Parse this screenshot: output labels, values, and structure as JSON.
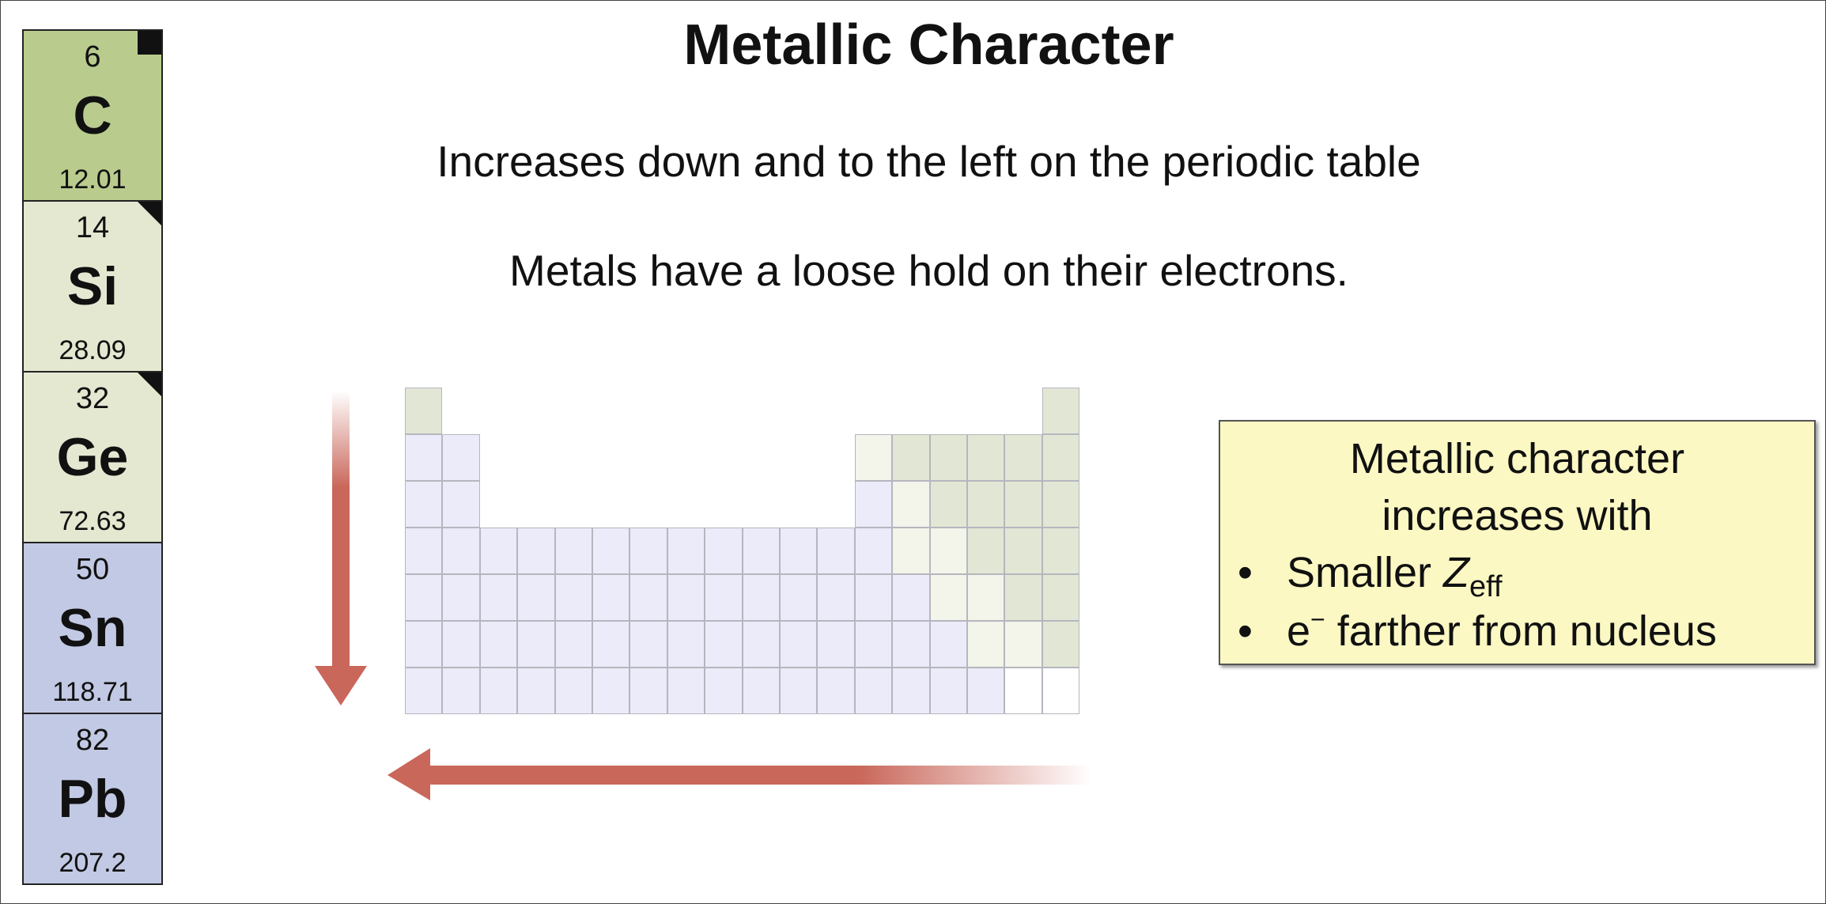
{
  "title": "Metallic Character",
  "line1": "Increases down and to the left on the periodic table",
  "line2": "Metals have a loose hold on their electrons.",
  "elements": [
    {
      "number": "6",
      "symbol": "C",
      "mass": "12.01",
      "category": "nonmetal",
      "marker": "square"
    },
    {
      "number": "14",
      "symbol": "Si",
      "mass": "28.09",
      "category": "metalloid",
      "marker": "triangle"
    },
    {
      "number": "32",
      "symbol": "Ge",
      "mass": "72.63",
      "category": "metalloid",
      "marker": "triangle"
    },
    {
      "number": "50",
      "symbol": "Sn",
      "mass": "118.71",
      "category": "metal",
      "marker": "none"
    },
    {
      "number": "82",
      "symbol": "Pb",
      "mass": "207.2",
      "category": "metal",
      "marker": "none"
    }
  ],
  "infobox": {
    "heading_line1": "Metallic character",
    "heading_line2": "increases with",
    "bullet": "•",
    "bullet1_text": "Smaller ",
    "bullet1_var": "Z",
    "bullet1_sub": "eff",
    "bullet2_var": "e",
    "bullet2_sup": "−",
    "bullet2_text": " farther from nucleus"
  },
  "colors": {
    "nonmetal": "#b9cc8e",
    "metalloid": "#e4e8d1",
    "metal": "#c2c9e4",
    "arrow": "#c9675a",
    "infobox_bg": "#fbf8c3"
  },
  "icons": {
    "vertical_arrow": "arrow-down-icon",
    "horizontal_arrow": "arrow-left-icon"
  }
}
